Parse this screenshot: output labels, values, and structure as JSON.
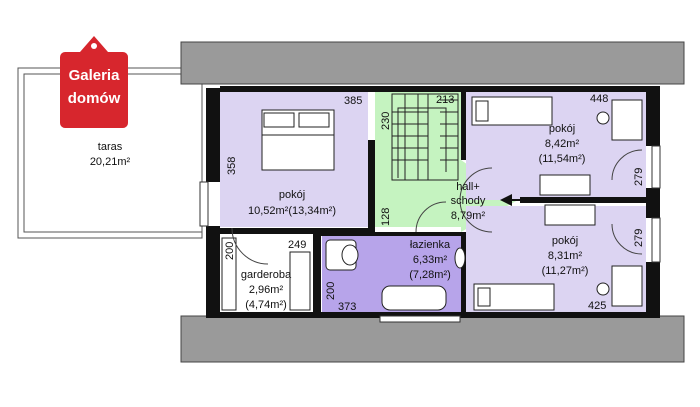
{
  "logo": {
    "line1": "Galeria",
    "line2": "domów"
  },
  "rooms": {
    "terrace": {
      "name": "taras",
      "area": "20,21m²"
    },
    "bedroom_left": {
      "name": "pokój",
      "area": "10,52m²(13,34m²)"
    },
    "hall": {
      "name_line1": "hall+",
      "name_line2": "schody",
      "area": "8,79m²"
    },
    "bedroom_top_right": {
      "name": "pokój",
      "area": "8,42m²",
      "area_total": "(11,54m²)"
    },
    "bedroom_bottom_right": {
      "name": "pokój",
      "area": "8,31m²",
      "area_total": "(11,27m²)"
    },
    "wardrobe": {
      "name": "garderoba",
      "area": "2,96m²",
      "area_total": "(4,74m²)"
    },
    "bathroom": {
      "name": "łazienka",
      "area": "6,33m²",
      "area_total": "(7,28m²)"
    }
  },
  "dimensions": {
    "d385": "385",
    "d358": "358",
    "d230": "230",
    "d213": "213",
    "d128": "128",
    "d448": "448",
    "d279a": "279",
    "d279b": "279",
    "d425": "425",
    "d200a": "200",
    "d249": "249",
    "d200b": "200",
    "d373": "373"
  },
  "colors": {
    "bedroom": "#dcd4f2",
    "hall": "#c5f3c0",
    "bathroom": "#b7a4ea",
    "wall": "#111111",
    "roof": "#9a9a9a",
    "logo_red": "#d7262d"
  }
}
